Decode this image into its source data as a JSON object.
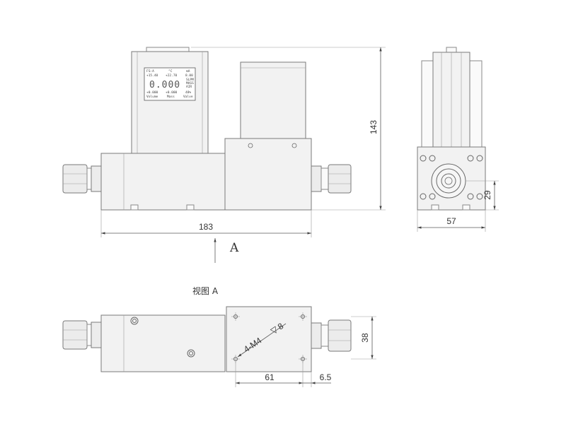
{
  "dimensions": {
    "front_height": "143",
    "front_length": "183",
    "side_width": "57",
    "side_port_height": "29",
    "bottom_hole_spacing": "61",
    "bottom_edge_offset": "6.5",
    "bottom_width": "38"
  },
  "view_arrow_label": "A",
  "view_a_title": "视图 A",
  "thread_callout": "4-M4",
  "thread_depth": "8",
  "lcd": {
    "r1c1": "FS:A",
    "r1c2": "°C",
    "r1c3": "mA",
    "r2c1": "+15.40",
    "r2c2": "+22.70",
    "r2c3": "8.00",
    "big_value": "0.000",
    "unit1": "SLPM",
    "unit2": "MASS",
    "unit3": "AIR",
    "r4c1": "+0.000",
    "r4c2": "+0.000",
    "r4c3": "48%",
    "r5c1": "Volume",
    "r5c2": "Mass",
    "r5c3": "Valve"
  }
}
